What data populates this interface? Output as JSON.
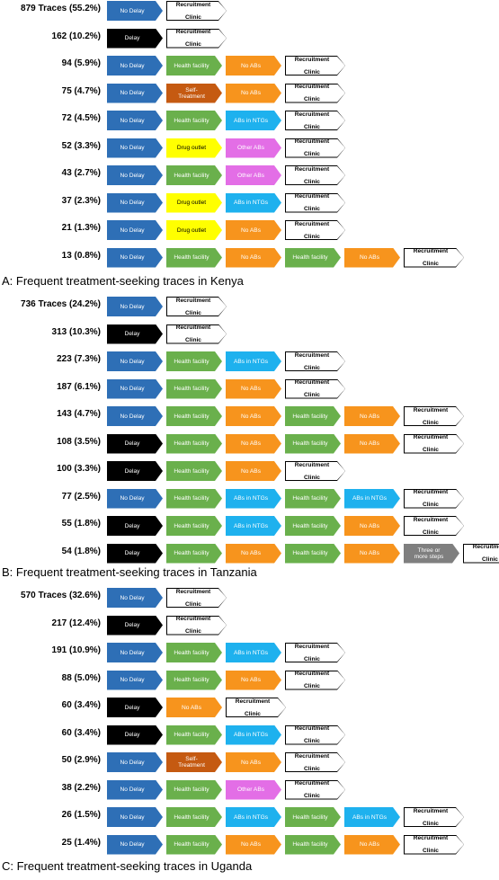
{
  "labels": {
    "no_delay": "No Delay",
    "delay": "Delay",
    "health": "Health facility",
    "no_abs": "No ABs",
    "ntg": "ABs in NTGs",
    "other": "Other ABs",
    "drug": "Drug outlet",
    "self_line1": "Self-",
    "self_line2": "Treatment",
    "three_line1": "Three or",
    "three_line2": "more steps",
    "clinic_line1": "Recruitment",
    "clinic_line2": "Clinic"
  },
  "colors": {
    "no_delay": "#2e6fb6",
    "delay": "#000000",
    "health": "#6ab04c",
    "no_abs": "#f7941d",
    "self": "#c55a11",
    "ntg": "#1eb1ee",
    "other": "#e36ee6",
    "drug": "#ffff00",
    "three": "#7f7f7f"
  },
  "panels": [
    {
      "caption": "A: Frequent treatment-seeking traces in Kenya",
      "traces": [
        {
          "count": "879 Traces (55.2%)",
          "steps": [
            "no_delay",
            "clinic"
          ]
        },
        {
          "count": "162  (10.2%)",
          "steps": [
            "delay",
            "clinic"
          ]
        },
        {
          "count": "94  (5.9%)",
          "steps": [
            "no_delay",
            "health",
            "no_abs",
            "clinic"
          ]
        },
        {
          "count": "75 (4.7%)",
          "steps": [
            "no_delay",
            "self",
            "no_abs",
            "clinic"
          ]
        },
        {
          "count": "72 (4.5%)",
          "steps": [
            "no_delay",
            "health",
            "ntg",
            "clinic"
          ]
        },
        {
          "count": "52 (3.3%)",
          "steps": [
            "no_delay",
            "drug",
            "other",
            "clinic"
          ]
        },
        {
          "count": "43 (2.7%)",
          "steps": [
            "no_delay",
            "health",
            "other",
            "clinic"
          ]
        },
        {
          "count": "37 (2.3%)",
          "steps": [
            "no_delay",
            "drug",
            "ntg",
            "clinic"
          ]
        },
        {
          "count": "21 (1.3%)",
          "steps": [
            "no_delay",
            "drug",
            "no_abs",
            "clinic"
          ]
        },
        {
          "count": "13 (0.8%)",
          "steps": [
            "no_delay",
            "health",
            "no_abs",
            "health",
            "no_abs",
            "clinic"
          ]
        }
      ]
    },
    {
      "caption": "B: Frequent treatment-seeking traces in Tanzania",
      "traces": [
        {
          "count": "736 Traces (24.2%)",
          "steps": [
            "no_delay",
            "clinic"
          ]
        },
        {
          "count": "313  (10.3%)",
          "steps": [
            "delay",
            "clinic"
          ]
        },
        {
          "count": "223  (7.3%)",
          "steps": [
            "no_delay",
            "health",
            "ntg",
            "clinic"
          ]
        },
        {
          "count": "187 (6.1%)",
          "steps": [
            "no_delay",
            "health",
            "no_abs",
            "clinic"
          ]
        },
        {
          "count": "143 (4.7%)",
          "steps": [
            "no_delay",
            "health",
            "no_abs",
            "health",
            "no_abs",
            "clinic"
          ]
        },
        {
          "count": "108 (3.5%)",
          "steps": [
            "delay",
            "health",
            "no_abs",
            "health",
            "no_abs",
            "clinic"
          ]
        },
        {
          "count": "100 (3.3%)",
          "steps": [
            "delay",
            "health",
            "no_abs",
            "clinic"
          ]
        },
        {
          "count": "77 (2.5%)",
          "steps": [
            "no_delay",
            "health",
            "ntg",
            "health",
            "ntg",
            "clinic"
          ]
        },
        {
          "count": "55 (1.8%)",
          "steps": [
            "delay",
            "health",
            "ntg",
            "health",
            "no_abs",
            "clinic"
          ]
        },
        {
          "count": "54 (1.8%)",
          "steps": [
            "delay",
            "health",
            "no_abs",
            "health",
            "no_abs",
            "three",
            "clinic"
          ]
        }
      ]
    },
    {
      "caption": "C: Frequent treatment-seeking traces in Uganda",
      "traces": [
        {
          "count": "570 Traces (32.6%)",
          "steps": [
            "no_delay",
            "clinic"
          ]
        },
        {
          "count": "217  (12.4%)",
          "steps": [
            "delay",
            "clinic"
          ]
        },
        {
          "count": "191  (10.9%)",
          "steps": [
            "no_delay",
            "health",
            "ntg",
            "clinic"
          ]
        },
        {
          "count": "88 (5.0%)",
          "steps": [
            "no_delay",
            "health",
            "no_abs",
            "clinic"
          ]
        },
        {
          "count": "60 (3.4%)",
          "steps": [
            "delay",
            "no_abs",
            "clinic"
          ]
        },
        {
          "count": "60 (3.4%)",
          "steps": [
            "delay",
            "health",
            "ntg",
            "clinic"
          ]
        },
        {
          "count": "50 (2.9%)",
          "steps": [
            "no_delay",
            "self",
            "no_abs",
            "clinic"
          ]
        },
        {
          "count": "38 (2.2%)",
          "steps": [
            "no_delay",
            "health",
            "other",
            "clinic"
          ]
        },
        {
          "count": "26 (1.5%)",
          "steps": [
            "no_delay",
            "health",
            "ntg",
            "health",
            "ntg",
            "clinic"
          ]
        },
        {
          "count": "25 (1.4%)",
          "steps": [
            "no_delay",
            "health",
            "no_abs",
            "health",
            "no_abs",
            "clinic"
          ]
        }
      ]
    }
  ]
}
